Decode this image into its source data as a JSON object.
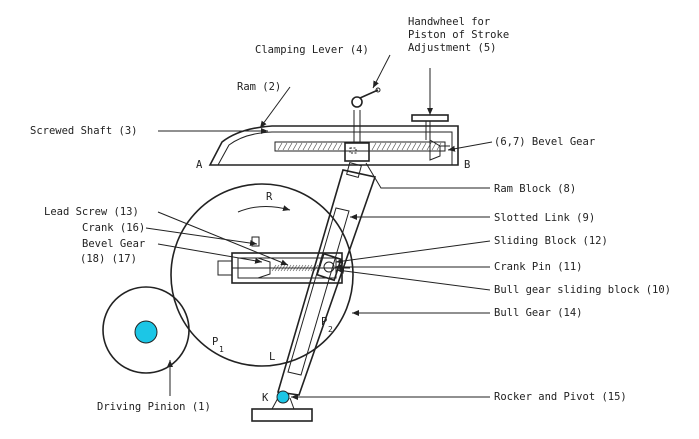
{
  "labels": {
    "handwheel_line1": "Handwheel for",
    "handwheel_line2": "Piston of Stroke",
    "handwheel_line3": "Adjustment (5)",
    "clamping_lever": "Clamping Lever (4)",
    "ram": "Ram (2)",
    "screwed_shaft": "Screwed Shaft (3)",
    "bevel_gear_67": "(6,7) Bevel Gear",
    "point_a": "A",
    "point_b": "B",
    "ram_block": "Ram Block (8)",
    "direction_r": "R",
    "lead_screw": "Lead Screw (13)",
    "slotted_link": "Slotted Link (9)",
    "crank": "Crank (16)",
    "sliding_block": "Sliding Block (12)",
    "bevel_gear_line1": "Bevel Gear",
    "bevel_gear_line2": "(18) (17)",
    "crank_pin": "Crank Pin (11)",
    "bull_gear_sliding_block": "Bull gear sliding block (10)",
    "bull_gear": "Bull Gear (14)",
    "p1_letter": "P",
    "p1_sub": "1",
    "p2_letter": "P",
    "p2_sub": "2",
    "point_l": "L",
    "point_k": "K",
    "driving_pinion": "Driving Pinion (1)",
    "rocker_pivot": "Rocker and Pivot (15)"
  },
  "colors": {
    "pinion_center": "#1cc6e6",
    "pivot_center": "#1cc6e6",
    "ink": "#222222"
  }
}
